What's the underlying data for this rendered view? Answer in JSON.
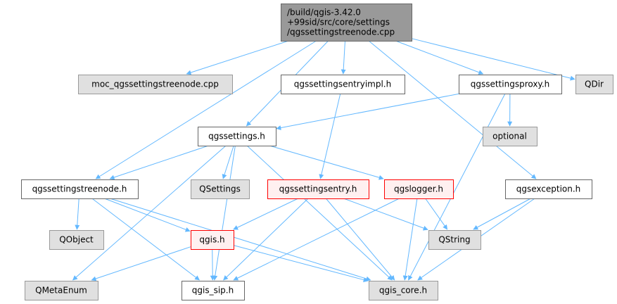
{
  "colors": {
    "edge": "#63b8ff",
    "root_fill": "#999999",
    "root_border": "#666666",
    "file_fill": "#ffffff",
    "file_border": "#666666",
    "external_fill": "#e0e0e0",
    "external_border": "#999999",
    "highlight_fill": "#fff0f0",
    "highlight_border": "#ff0000",
    "text": "#000000"
  },
  "nodes": [
    {
      "id": "root",
      "kind": "root",
      "lines": [
        "/build/qgis-3.42.0",
        "+99sid/src/core/settings",
        "/qgssettingstreenode.cpp"
      ]
    },
    {
      "id": "moc",
      "kind": "external",
      "lines": [
        "moc_qgssettingstreenode.cpp"
      ]
    },
    {
      "id": "entryimpl",
      "kind": "file",
      "lines": [
        "qgssettingsentryimpl.h"
      ]
    },
    {
      "id": "proxy",
      "kind": "file",
      "lines": [
        "qgssettingsproxy.h"
      ]
    },
    {
      "id": "qdir",
      "kind": "external",
      "lines": [
        "QDir"
      ]
    },
    {
      "id": "settings",
      "kind": "file",
      "lines": [
        "qgssettings.h"
      ]
    },
    {
      "id": "optional",
      "kind": "external",
      "lines": [
        "optional"
      ]
    },
    {
      "id": "treenode",
      "kind": "file",
      "lines": [
        "qgssettingstreenode.h"
      ]
    },
    {
      "id": "qsettings",
      "kind": "external",
      "lines": [
        "QSettings"
      ]
    },
    {
      "id": "entry",
      "kind": "highlight",
      "lines": [
        "qgssettingsentry.h"
      ]
    },
    {
      "id": "logger",
      "kind": "highlight",
      "lines": [
        "qgslogger.h"
      ]
    },
    {
      "id": "exception",
      "kind": "file",
      "lines": [
        "qgsexception.h"
      ]
    },
    {
      "id": "qobject",
      "kind": "external",
      "lines": [
        "QObject"
      ]
    },
    {
      "id": "qgis",
      "kind": "highlight",
      "lines": [
        "qgis.h"
      ]
    },
    {
      "id": "qstring",
      "kind": "external",
      "lines": [
        "QString"
      ]
    },
    {
      "id": "qmetaenum",
      "kind": "external",
      "lines": [
        "QMetaEnum"
      ]
    },
    {
      "id": "qgissip",
      "kind": "file",
      "lines": [
        "qgis_sip.h"
      ]
    },
    {
      "id": "qgiscore",
      "kind": "external",
      "lines": [
        "qgis_core.h"
      ]
    }
  ],
  "edges": [
    [
      "root",
      "moc"
    ],
    [
      "root",
      "entryimpl"
    ],
    [
      "root",
      "proxy"
    ],
    [
      "root",
      "qdir"
    ],
    [
      "root",
      "settings"
    ],
    [
      "root",
      "treenode"
    ],
    [
      "root",
      "exception"
    ],
    [
      "entryimpl",
      "entry"
    ],
    [
      "proxy",
      "settings"
    ],
    [
      "proxy",
      "optional"
    ],
    [
      "proxy",
      "qgiscore"
    ],
    [
      "settings",
      "qmetaenum"
    ],
    [
      "settings",
      "treenode"
    ],
    [
      "settings",
      "qsettings"
    ],
    [
      "settings",
      "qgissip"
    ],
    [
      "settings",
      "logger"
    ],
    [
      "settings",
      "qgiscore"
    ],
    [
      "treenode",
      "qobject"
    ],
    [
      "treenode",
      "qgis"
    ],
    [
      "treenode",
      "qgissip"
    ],
    [
      "treenode",
      "qgiscore"
    ],
    [
      "entry",
      "qgis"
    ],
    [
      "entry",
      "qgissip"
    ],
    [
      "entry",
      "qstring"
    ],
    [
      "entry",
      "qgiscore"
    ],
    [
      "logger",
      "qgissip"
    ],
    [
      "logger",
      "qstring"
    ],
    [
      "logger",
      "qgiscore"
    ],
    [
      "exception",
      "qstring"
    ],
    [
      "exception",
      "qgiscore"
    ],
    [
      "qgis",
      "qmetaenum"
    ],
    [
      "qgis",
      "qgissip"
    ],
    [
      "qgis",
      "qgiscore"
    ]
  ]
}
